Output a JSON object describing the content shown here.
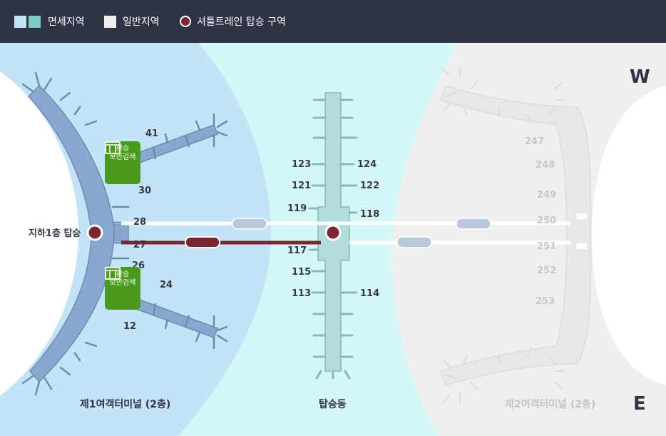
{
  "legend": {
    "duty_free": "면세지역",
    "general": "일반지역",
    "shuttle": "셔틀트레인 탑승 구역"
  },
  "colors": {
    "duty_free_a": "#c4e3f7",
    "duty_free_b": "#7ecdc1",
    "general": "#efefef",
    "shuttle_stop": "#7b2731",
    "t1_building": "#89a8cf",
    "concourse_building": "#b3dcdc",
    "t2_building": "#e8e8e8",
    "badge": "#4a9a1e"
  },
  "t1": {
    "title": "제1여객터미널 (2층)",
    "underground": "지하1층 탑승",
    "gates": [
      "41",
      "30",
      "28",
      "27",
      "26",
      "24",
      "12"
    ],
    "transfer_badges": [
      {
        "line1": "환승",
        "line2": "보안검색"
      },
      {
        "line1": "환승",
        "line2": "보안검색"
      }
    ]
  },
  "concourse": {
    "title": "탑승동",
    "gates_left": [
      "123",
      "121",
      "119",
      "117",
      "115",
      "113"
    ],
    "gates_right": [
      "124",
      "122",
      "118",
      "114"
    ]
  },
  "t2": {
    "title": "제2여객터미널 (2층)",
    "gates": [
      "247",
      "248",
      "249",
      "250",
      "251",
      "252",
      "253"
    ]
  },
  "compass": {
    "north": "W",
    "south": "E"
  }
}
